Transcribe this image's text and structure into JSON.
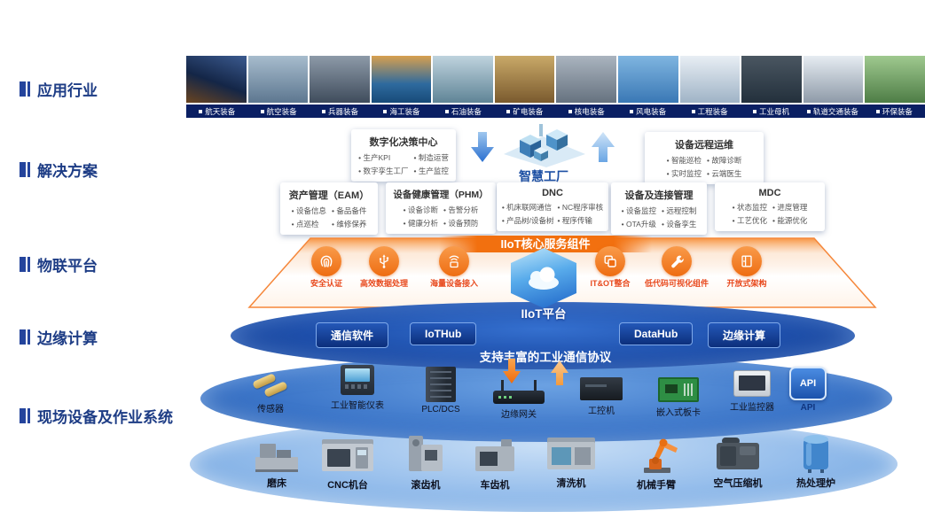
{
  "left_nav": {
    "items": [
      {
        "label": "应用行业"
      },
      {
        "label": "解决方案"
      },
      {
        "label": "物联平台"
      },
      {
        "label": "边缘计算"
      },
      {
        "label": "现场设备及作业系统"
      }
    ]
  },
  "industries": {
    "labels": [
      "航天装备",
      "航空装备",
      "兵器装备",
      "海工装备",
      "石油装备",
      "矿电装备",
      "核电装备",
      "风电装备",
      "工程装备",
      "工业母机",
      "轨道交通装备",
      "环保装备"
    ]
  },
  "solutions": {
    "decision_card": {
      "title": "数字化决策中心",
      "items": [
        "生产KPI",
        "制造运营",
        "数字孪生工厂",
        "生产监控"
      ]
    },
    "remote_card": {
      "title": "设备远程运维",
      "items": [
        "智能巡检",
        "故障诊断",
        "实时监控",
        "云端医生"
      ]
    },
    "factory_label": "智慧工厂",
    "cards": [
      {
        "title": "资产管理（EAM）",
        "items": [
          "设备信息",
          "备品备件",
          "点巡检",
          "维修保养"
        ]
      },
      {
        "title": "设备健康管理（PHM）",
        "items": [
          "设备诊断",
          "告警分析",
          "健康分析",
          "设备预防"
        ]
      },
      {
        "title": "DNC",
        "items": [
          "机床联网通信",
          "NC程序审核",
          "产品树/设备树",
          "程序传输"
        ]
      },
      {
        "title": "设备及连接管理",
        "items": [
          "设备监控",
          "远程控制",
          "OTA升级",
          "设备孪生"
        ]
      },
      {
        "title": "MDC",
        "items": [
          "状态监控",
          "进度管理",
          "工艺优化",
          "能源优化"
        ]
      }
    ]
  },
  "platform": {
    "banner": "IIoT核心服务组件",
    "hexagon_label": "IIoT平台",
    "features": [
      {
        "label": "安全认证"
      },
      {
        "label": "高效数据处理"
      },
      {
        "label": "海量设备接入"
      },
      {
        "label": "IT&OT整合"
      },
      {
        "label": "低代码可视化组件"
      },
      {
        "label": "开放式架构"
      }
    ]
  },
  "edge": {
    "buttons": [
      "通信软件",
      "IoTHub",
      "DataHub",
      "边缘计算"
    ],
    "caption": "支持丰富的工业通信协议"
  },
  "devices": {
    "labels": [
      "传感器",
      "工业智能仪表",
      "PLC/DCS",
      "边缘网关",
      "工控机",
      "嵌入式板卡",
      "工业监控器"
    ],
    "api_badge": "API",
    "api_label": "API"
  },
  "machines": {
    "labels": [
      "磨床",
      "CNC机台",
      "滚齿机",
      "车齿机",
      "清洗机",
      "机械手臂",
      "空气压缩机",
      "热处理炉"
    ]
  },
  "colors": {
    "navy": "#0a1f63",
    "heading_blue": "#1d3c85",
    "accent_orange": "#f0700f",
    "feature_red": "#e8491d",
    "edge_blue": "#1c4da9"
  }
}
